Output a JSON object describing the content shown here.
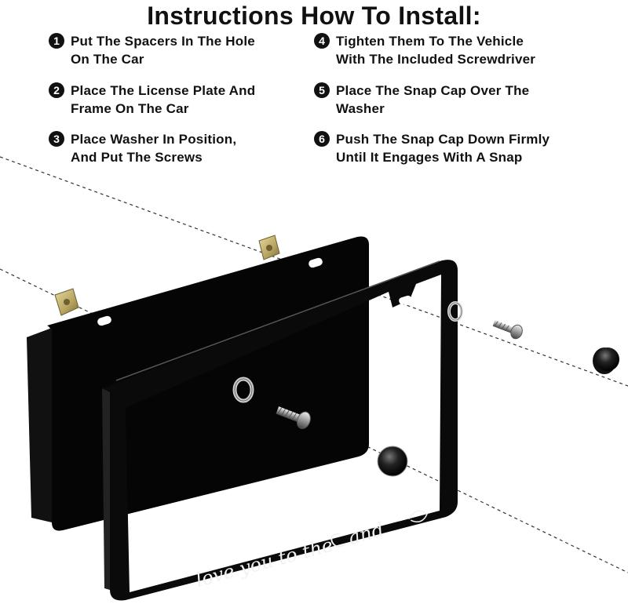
{
  "header": {
    "title": "Instructions How To Install:"
  },
  "steps": [
    {
      "number": "1",
      "line1": "Put The Spacers In The Hole",
      "line2": "On The Car"
    },
    {
      "number": "2",
      "line1": "Place The License Plate And",
      "line2": "Frame On The Car"
    },
    {
      "number": "3",
      "line1": "Place Washer In Position,",
      "line2": "And Put The Screws"
    },
    {
      "number": "4",
      "line1": "Tighten Them To The Vehicle",
      "line2": "With The Included Screwdriver"
    },
    {
      "number": "5",
      "line1": "Place The Snap Cap Over The",
      "line2": "Washer"
    },
    {
      "number": "6",
      "line1": "Push The Snap Cap Down Firmly",
      "line2": "Until It Engages With A Snap"
    }
  ],
  "frame": {
    "inscription": "love you to the",
    "inscription_tail": "and"
  },
  "colors": {
    "text": "#111111",
    "plate": "#050505",
    "frame": "#0a0a0a",
    "spacer": "#c9b97a",
    "inscription": "#f2f2f2"
  }
}
